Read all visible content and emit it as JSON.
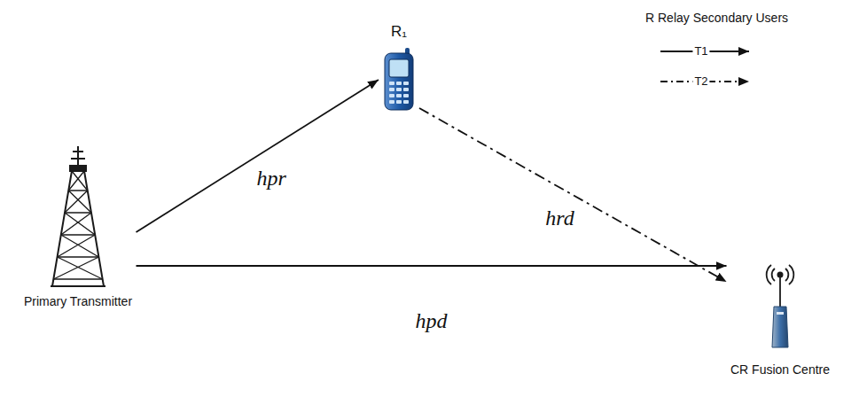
{
  "diagram": {
    "nodes": [
      {
        "text": [
          "Primary Transmitter"
        ]
      },
      {
        "text": [
          "R₁"
        ]
      },
      {
        "text": [
          "CR Fusion Centre"
        ]
      }
    ],
    "edges": [
      {
        "from": 0,
        "to": 1,
        "arrow": "to",
        "label": "hpr"
      },
      {
        "from": 1,
        "to": 2,
        "arrow": "to",
        "label": "hrd"
      },
      {
        "from": 0,
        "to": 2,
        "arrow": "to",
        "label": "hpd"
      }
    ],
    "labels": [
      "R Relay Secondary Users"
    ],
    "legend": [
      {
        "text": "T1"
      },
      {
        "text": "T2"
      }
    ]
  }
}
